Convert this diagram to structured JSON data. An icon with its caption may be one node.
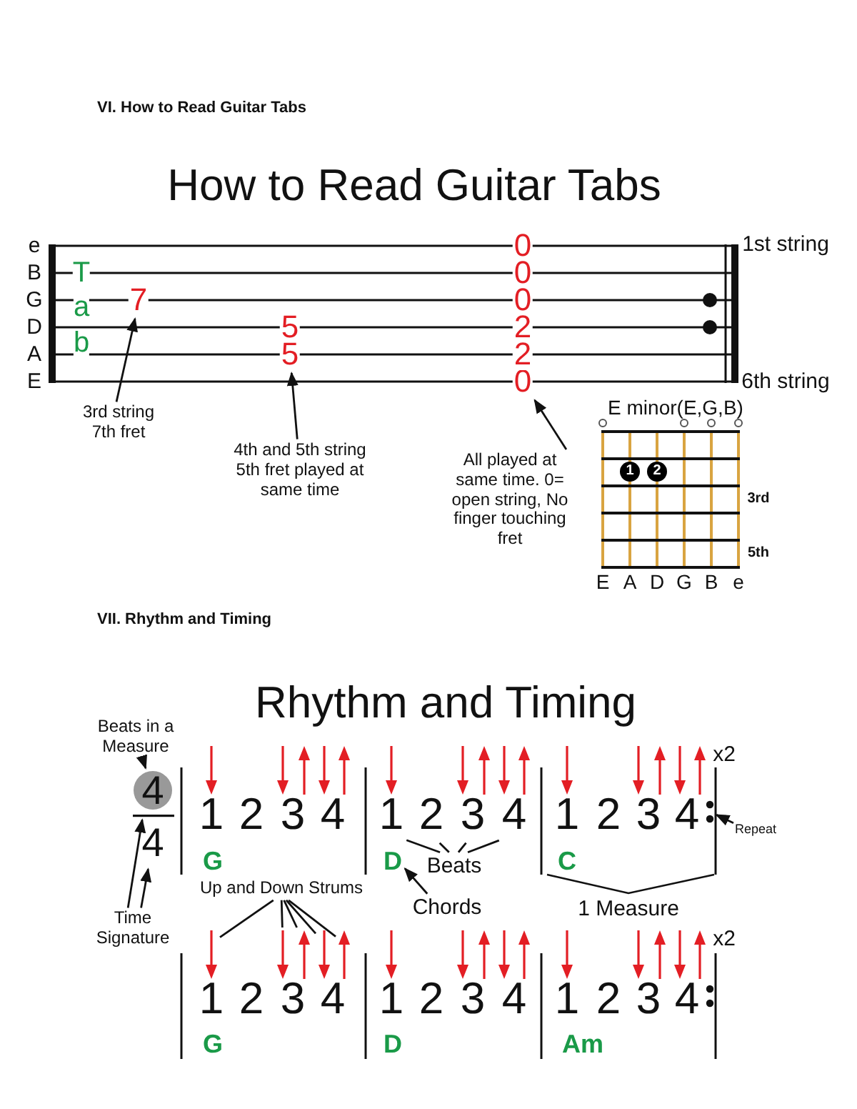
{
  "diagram": {
    "nodes": [
      {
        "text": [
          "3rd string 7th fret"
        ]
      },
      {
        "text": [
          "7"
        ]
      },
      {
        "text": [
          "5"
        ]
      },
      {
        "text": [
          "5"
        ]
      },
      {
        "text": [
          "4th and 5th string 5th fret played at same time"
        ]
      },
      {
        "text": [
          "0"
        ]
      },
      {
        "text": [
          "All played at same time. 0= open string, No finger touching fret"
        ]
      },
      {
        "text": [
          "1"
        ]
      },
      {
        "text": [
          "2"
        ]
      },
      {
        "text": [
          "Beats in a Measure"
        ]
      },
      {
        "text": [
          "4"
        ]
      },
      {
        "text": [],
        "shape": "bar"
      },
      {
        "text": [
          "4"
        ]
      },
      {
        "text": [
          "Time Signature"
        ]
      },
      {
        "text": [
          "1"
        ]
      },
      {
        "text": [
          "2"
        ]
      },
      {
        "text": [
          "3"
        ]
      },
      {
        "text": [
          "4"
        ]
      },
      {
        "text": [
          "Beats"
        ]
      },
      {
        "text": [
          "D"
        ]
      },
      {
        "text": [
          "Chords"
        ]
      },
      {
        "text": [],
        "shape": "dots"
      },
      {
        "text": [
          "Repeat"
        ]
      },
      {
        "text": [
          "Up and Down Strums"
        ]
      },
      {
        "text": [],
        "shape": "arrow"
      },
      {
        "text": [],
        "shape": "arrow"
      },
      {
        "text": [],
        "shape": "arrow"
      },
      {
        "text": [],
        "shape": "arrow"
      },
      {
        "text": [],
        "shape": "arrow"
      },
      {
        "text": [],
        "shape": "dots"
      },
      {
        "text": [
          "0"
        ]
      },
      {
        "text": [
          "0"
        ]
      },
      {
        "text": [
          "0"
        ]
      },
      {
        "text": [
          "2"
        ]
      },
      {
        "text": [
          "2"
        ]
      }
    ],
    "edges": [
      {
        "from": 0,
        "to": 1,
        "arrow": "to"
      },
      {
        "from": 4,
        "to": 3,
        "arrow": "to"
      },
      {
        "from": 6,
        "to": 5,
        "arrow": "to"
      },
      {
        "from": 9,
        "to": 10,
        "arrow": "to"
      },
      {
        "from": 13,
        "to": 11,
        "arrow": "to"
      },
      {
        "from": 13,
        "to": 12,
        "arrow": "to"
      },
      {
        "from": 18,
        "to": 14,
        "arrow": "none"
      },
      {
        "from": 18,
        "to": 15,
        "arrow": "none"
      },
      {
        "from": 18,
        "to": 16,
        "arrow": "none"
      },
      {
        "from": 18,
        "to": 17,
        "arrow": "none"
      },
      {
        "from": 20,
        "to": 19,
        "arrow": "to"
      },
      {
        "from": 22,
        "to": 21,
        "arrow": "to"
      },
      {
        "from": 23,
        "to": 24,
        "arrow": "none"
      },
      {
        "from": 23,
        "to": 25,
        "arrow": "none"
      },
      {
        "from": 23,
        "to": 26,
        "arrow": "none"
      },
      {
        "from": 23,
        "to": 27,
        "arrow": "none"
      },
      {
        "from": 23,
        "to": 28,
        "arrow": "none"
      }
    ],
    "labels": [
      "VI. How to Read Guitar Tabs",
      "How to Read Guitar Tabs",
      "e",
      "B",
      "G",
      "D",
      "A",
      "E",
      "T",
      "a",
      "b",
      "1st string",
      "6th string",
      "E minor(E,G,B)",
      "3rd",
      "5th",
      "E",
      "A",
      "D",
      "G",
      "B",
      "e",
      "VII. Rhythm and Timing",
      "Rhythm and Timing",
      "x2",
      "1",
      "2",
      "3",
      "4",
      "1",
      "2",
      "3",
      "4",
      "G",
      "C",
      "1 Measure",
      "x2",
      "1",
      "2",
      "3",
      "4",
      "1",
      "2",
      "3",
      "4",
      "1",
      "2",
      "3",
      "4",
      "G",
      "D",
      "Am"
    ]
  }
}
